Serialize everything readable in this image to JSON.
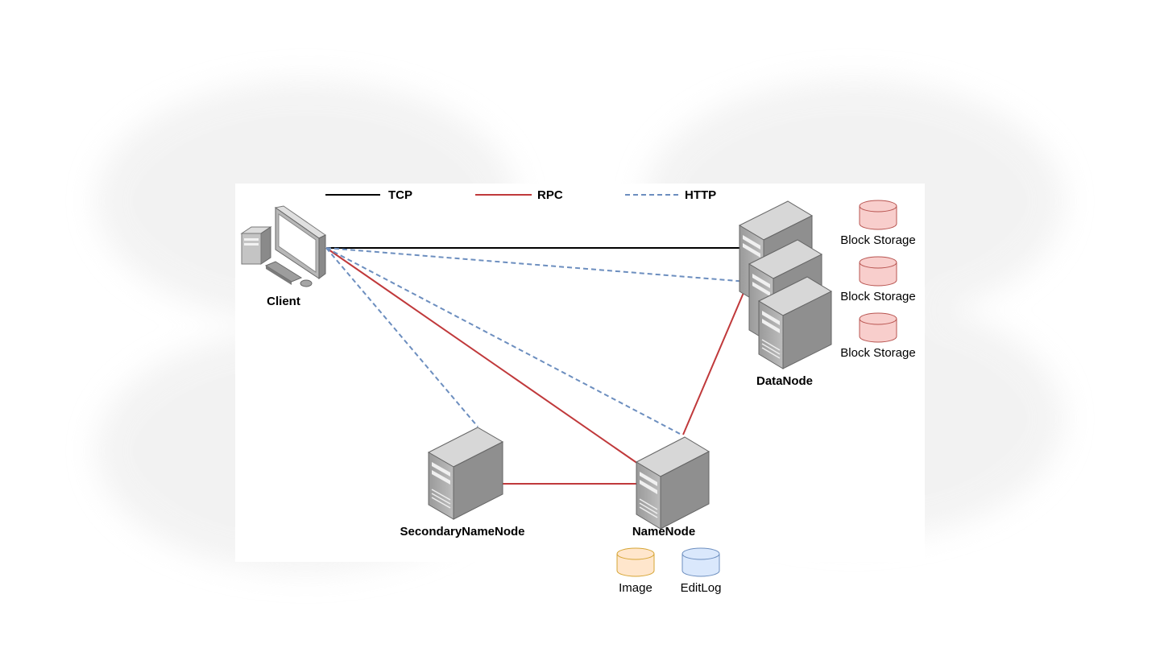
{
  "legend": {
    "tcp": {
      "label": "TCP",
      "color": "#000000"
    },
    "rpc": {
      "label": "RPC",
      "color": "#c0393b"
    },
    "http": {
      "label": "HTTP",
      "color": "#6c8ebf"
    }
  },
  "nodes": {
    "client": {
      "label": "Client"
    },
    "datanode": {
      "label": "DataNode"
    },
    "namenode": {
      "label": "NameNode"
    },
    "secondary": {
      "label": "SecondaryNameNode"
    }
  },
  "storage": {
    "block_storage": [
      "Block Storage",
      "Block Storage",
      "Block Storage"
    ],
    "image": {
      "label": "Image",
      "fill": "#ffe6cc",
      "stroke": "#d6a534"
    },
    "editlog": {
      "label": "EditLog",
      "fill": "#dae8fc",
      "stroke": "#6c8ebf"
    },
    "block_fill": "#f8cecc",
    "block_stroke": "#b85450"
  }
}
